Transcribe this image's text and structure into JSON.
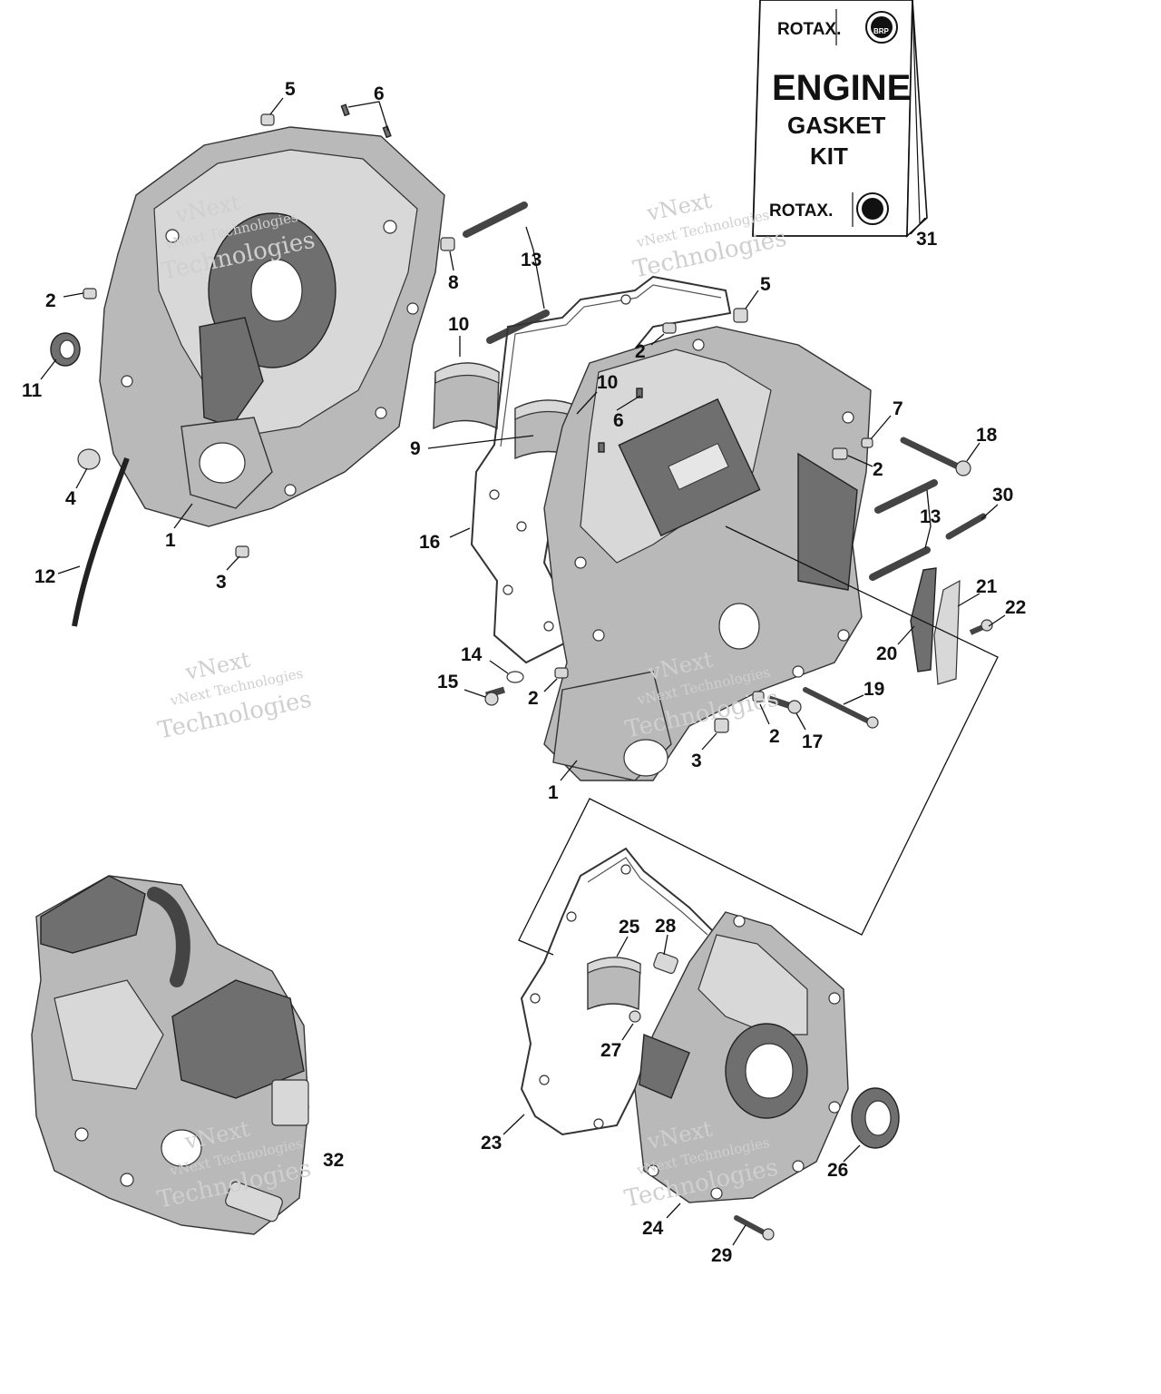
{
  "kit_box": {
    "brand_top": "ROTAX.",
    "title": "ENGINE",
    "sub1": "GASKET",
    "sub2": "KIT",
    "brand_bottom": "ROTAX.",
    "badge": "BRP"
  },
  "watermark": {
    "line1": "vNext",
    "line2": "vNext Technologies",
    "line3": "Technologies"
  },
  "callouts": [
    "5",
    "6",
    "2",
    "11",
    "4",
    "1",
    "12",
    "3",
    "8",
    "13",
    "10",
    "9",
    "16",
    "14",
    "15",
    "2",
    "1",
    "3",
    "2",
    "17",
    "19",
    "5",
    "2",
    "10",
    "6",
    "7",
    "2",
    "18",
    "13",
    "30",
    "21",
    "22",
    "20",
    "31",
    "25",
    "28",
    "27",
    "23",
    "24",
    "29",
    "26",
    "32"
  ]
}
